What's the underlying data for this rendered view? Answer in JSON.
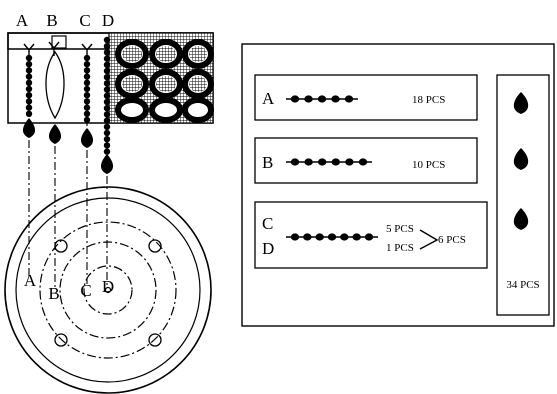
{
  "top_labels": [
    "A",
    "B",
    "C",
    "D"
  ],
  "plate_labels": [
    "A",
    "B",
    "C",
    "D"
  ],
  "box_a": {
    "label": "A",
    "count": "18 PCS"
  },
  "box_b": {
    "label": "B",
    "count": "10 PCS"
  },
  "box_cd": {
    "label_c": "C",
    "label_d": "D",
    "count_c": "5 PCS",
    "count_d": "1 PCS",
    "total": "6 PCS"
  },
  "side_total": "34 PCS",
  "colors": {
    "line": "#000000",
    "background": "#ffffff"
  },
  "icons": [
    "guide-hook-icon",
    "weight-drop-icon",
    "bead-string-icon",
    "mesh-fabric-icon"
  ]
}
